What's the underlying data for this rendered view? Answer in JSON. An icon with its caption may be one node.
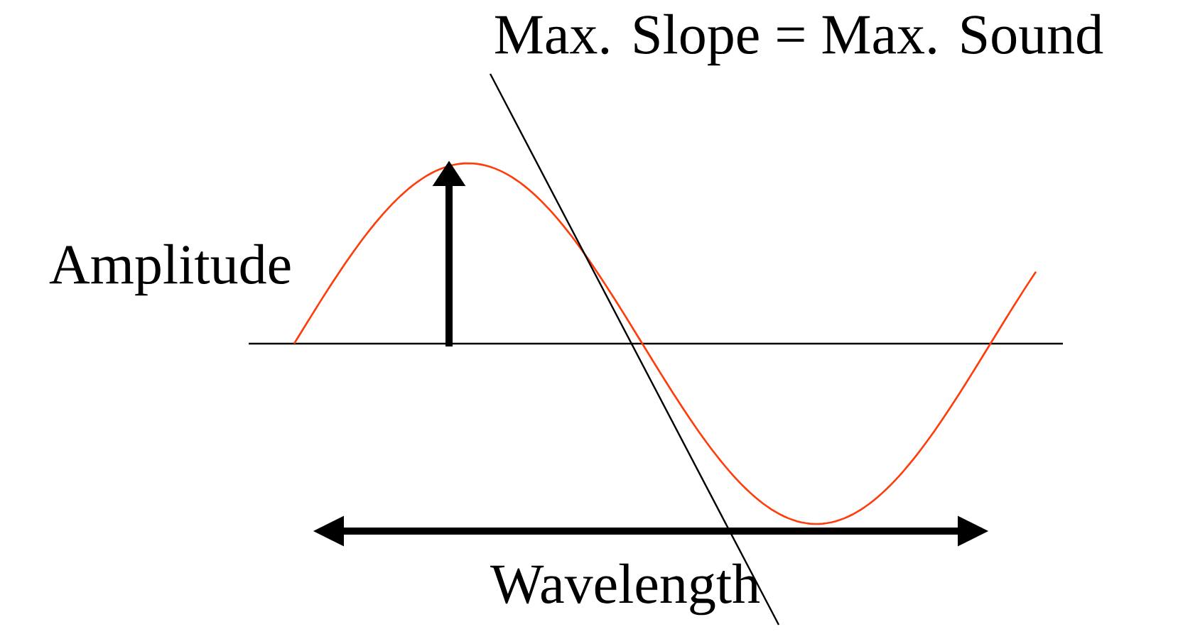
{
  "diagram": {
    "labels": [
      "Max. Slope = Max. Sound",
      "Amplitude",
      "Wavelength"
    ]
  }
}
